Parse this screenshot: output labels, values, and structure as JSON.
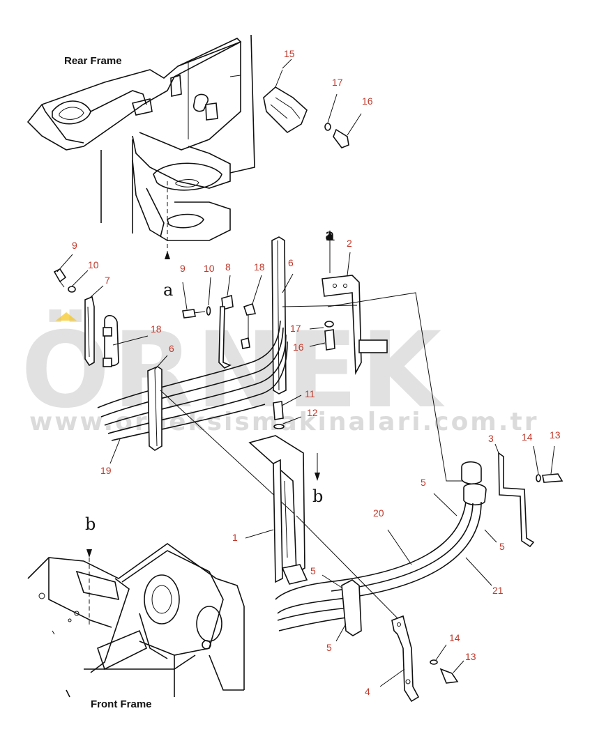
{
  "titles": {
    "rear_frame": "Rear Frame",
    "front_frame": "Front Frame"
  },
  "watermark": {
    "brand": "ÖRNEK",
    "url": "www.orneksismakinalari.com.tr"
  },
  "view_markers": {
    "a_top": "a",
    "a_bottom": "a",
    "b_top": "b",
    "b_bottom": "b"
  },
  "callout_color": "#c0392b",
  "callouts": [
    {
      "id": "c15",
      "text": "15"
    },
    {
      "id": "c17a",
      "text": "17"
    },
    {
      "id": "c16a",
      "text": "16"
    },
    {
      "id": "c9a",
      "text": "9"
    },
    {
      "id": "c10a",
      "text": "10"
    },
    {
      "id": "c7",
      "text": "7"
    },
    {
      "id": "c9b",
      "text": "9"
    },
    {
      "id": "c10b",
      "text": "10"
    },
    {
      "id": "c8",
      "text": "8"
    },
    {
      "id": "c18a",
      "text": "18"
    },
    {
      "id": "c6a",
      "text": "6"
    },
    {
      "id": "c2",
      "text": "2"
    },
    {
      "id": "c17b",
      "text": "17"
    },
    {
      "id": "c16b",
      "text": "16"
    },
    {
      "id": "c18b",
      "text": "18"
    },
    {
      "id": "c6b",
      "text": "6"
    },
    {
      "id": "c11",
      "text": "11"
    },
    {
      "id": "c12",
      "text": "12"
    },
    {
      "id": "c19",
      "text": "19"
    },
    {
      "id": "c3",
      "text": "3"
    },
    {
      "id": "c14a",
      "text": "14"
    },
    {
      "id": "c13a",
      "text": "13"
    },
    {
      "id": "c5a",
      "text": "5"
    },
    {
      "id": "c20",
      "text": "20"
    },
    {
      "id": "c1",
      "text": "1"
    },
    {
      "id": "c5b",
      "text": "5"
    },
    {
      "id": "c21",
      "text": "21"
    },
    {
      "id": "c5c",
      "text": "5"
    },
    {
      "id": "c5d",
      "text": "5"
    },
    {
      "id": "c14b",
      "text": "14"
    },
    {
      "id": "c13b",
      "text": "13"
    },
    {
      "id": "c4",
      "text": "4"
    }
  ]
}
